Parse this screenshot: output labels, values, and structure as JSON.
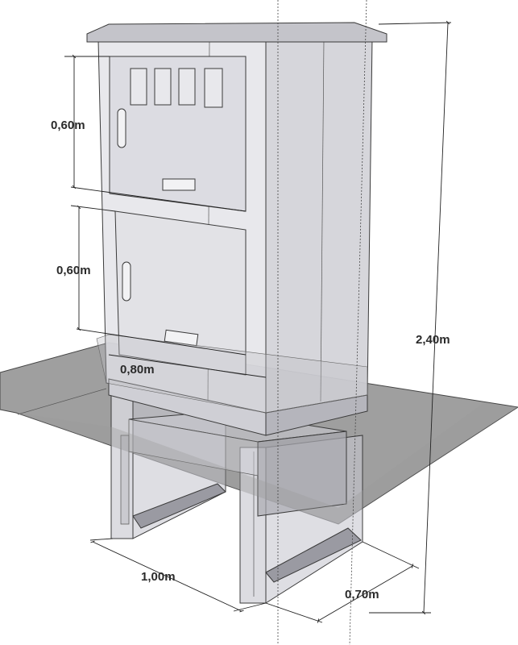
{
  "dimensions": {
    "upper_door_height": "0,60m",
    "lower_door_height": "0,60m",
    "cabinet_width": "0,80m",
    "total_height": "2,40m",
    "base_width": "1,00m",
    "base_depth": "0,70m"
  }
}
